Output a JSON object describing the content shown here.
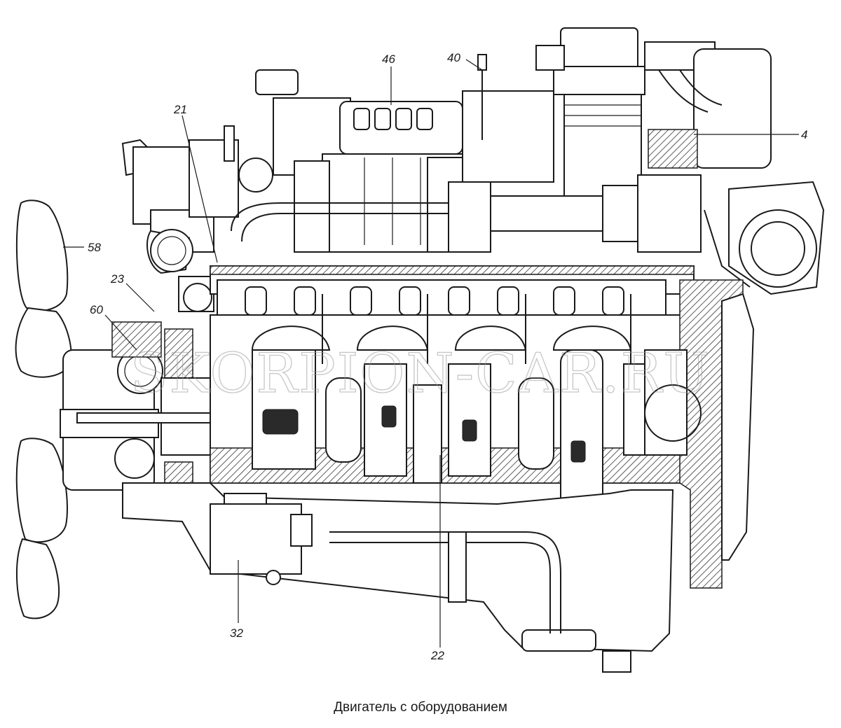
{
  "caption": "Двигатель с оборудованием",
  "watermark": "SKORPION-CAR.RU",
  "callouts": {
    "c58": "58",
    "c23": "23",
    "c60": "60",
    "c21": "21",
    "c46": "46",
    "c40": "40",
    "c4": "4",
    "c32": "32",
    "c22": "22"
  }
}
